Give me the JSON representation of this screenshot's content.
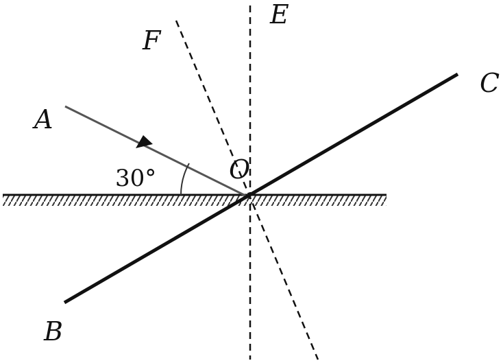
{
  "labels": {
    "A": "A",
    "B": "B",
    "C": "C",
    "E": "E",
    "F": "F",
    "O": "O"
  },
  "angle_label": "30°",
  "colors": {
    "ink": "#111111",
    "ray": "#555555",
    "hatch": "#333333"
  }
}
